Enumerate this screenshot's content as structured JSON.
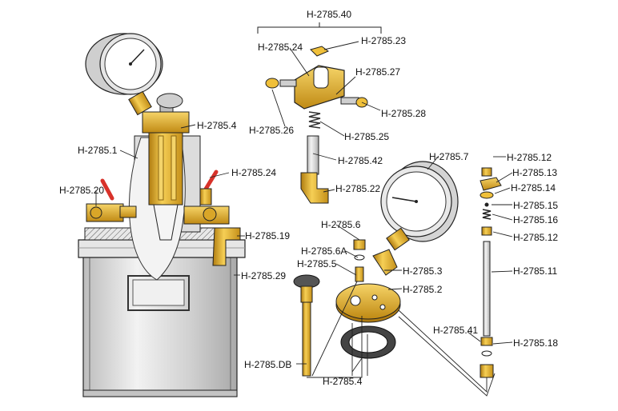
{
  "labels": {
    "h278540": "H-2785.40",
    "h278523": "H-2785.23",
    "h278524_top": "H-2785.24",
    "h278527": "H-2785.27",
    "h278528": "H-2785.28",
    "h278526": "H-2785.26",
    "h278525": "H-2785.25",
    "h278542": "H-2785.42",
    "h278522": "H-2785.22",
    "h27851": "H-2785.1",
    "h27854": "H-2785.4",
    "h278524_left": "H-2785.24",
    "h278520": "H-2785.20",
    "h278519": "H-2785.19",
    "h278529": "H-2785.29",
    "h27857": "H-2785.7",
    "h27856": "H-2785.6",
    "h27856a": "H-2785.6A",
    "h27855": "H-2785.5",
    "h27853": "H-2785.3",
    "h27852": "H-2785.2",
    "h2785db": "H-2785.DB",
    "h27854_bottom": "H-2785.4",
    "h278512_top": "H-2785.12",
    "h278513": "H-2785.13",
    "h278514": "H-2785.14",
    "h278515": "H-2785.15",
    "h278516": "H-2785.16",
    "h278512_mid": "H-2785.12",
    "h278511": "H-2785.11",
    "h278541": "H-2785.41",
    "h278518": "H-2785.18"
  },
  "colors": {
    "brass": "#e9b52a",
    "brass_dark": "#b07c10",
    "steel": "#d9d9d9",
    "steel_dark": "#8c8c8c",
    "red_handle": "#d8322a",
    "line": "#222222"
  }
}
